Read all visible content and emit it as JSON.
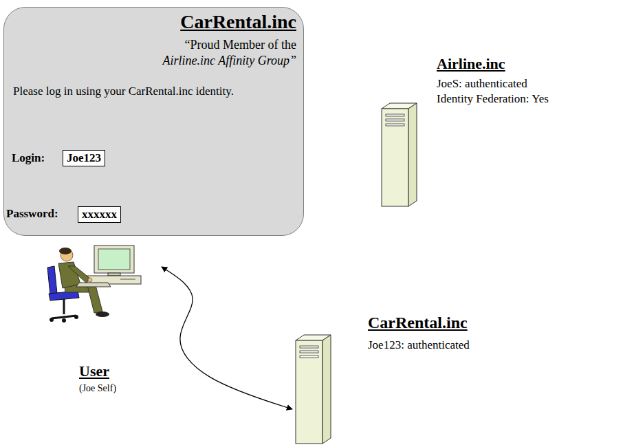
{
  "diagram": {
    "nodes": [
      {
        "text": [
          "CarRental.inc",
          "“Proud Member of the",
          "Airline.inc Affinity Group”",
          "Please log in using your CarRental.inc identity.",
          "Login:",
          "Password:"
        ]
      },
      {
        "text": [
          "Joe123"
        ],
        "in": 0
      },
      {
        "text": [
          "xxxxxx"
        ],
        "in": 0
      },
      {
        "text": [
          "Airline.inc",
          "JoeS: authenticated",
          "Identity Federation: Yes"
        ]
      },
      {
        "text": [
          "User",
          "(Joe Self)"
        ]
      },
      {
        "text": [
          "CarRental.inc",
          "Joe123: authenticated"
        ]
      }
    ],
    "edges": [
      {
        "from": 4,
        "to": 5,
        "arrow": "both"
      }
    ]
  }
}
